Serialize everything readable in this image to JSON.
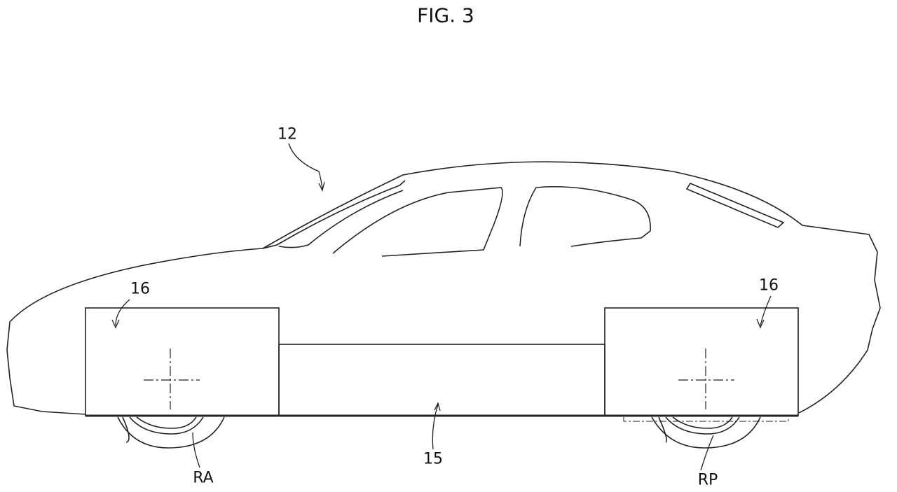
{
  "figure": {
    "title": "FIG. 3",
    "labels": {
      "vehicle": "12",
      "battery": "15",
      "module_front": "16",
      "module_rear": "16",
      "front_axle": "RA",
      "rear_axle": "RP"
    }
  }
}
